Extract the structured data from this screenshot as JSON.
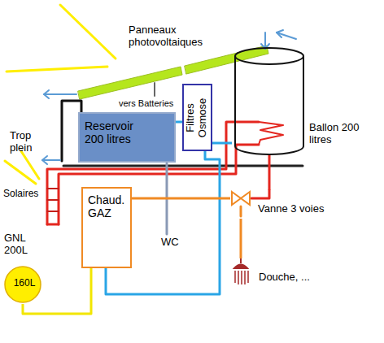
{
  "diagram": {
    "nodes": [
      {
        "text": [
          "Reservoir 200 litres"
        ]
      },
      {
        "text": [
          "Filtres Osmose"
        ]
      },
      {
        "text": [
          "Ballon 200 litres"
        ]
      },
      {
        "text": [
          "Chaud. GAZ"
        ]
      },
      {
        "text": [
          "GNL 200L",
          "160L"
        ]
      },
      {
        "text": [
          "Vanne 3 voies"
        ]
      },
      {
        "text": [
          "Douche, ..."
        ]
      }
    ],
    "edges": [
      {
        "from": 0,
        "to": 1,
        "arrow": "none"
      },
      {
        "from": 1,
        "to": 2,
        "arrow": "none"
      },
      {
        "from": 1,
        "to": 3,
        "arrow": "none"
      },
      {
        "from": 4,
        "to": 3,
        "arrow": "none"
      },
      {
        "from": 3,
        "to": 5,
        "arrow": "none"
      },
      {
        "from": 2,
        "to": 5,
        "arrow": "none"
      },
      {
        "from": 5,
        "to": 6,
        "arrow": "none"
      }
    ],
    "labels": [
      "Panneaux photovoltaiques",
      "vers Batteries",
      "Trop plein",
      "Solaires",
      "WC"
    ]
  }
}
